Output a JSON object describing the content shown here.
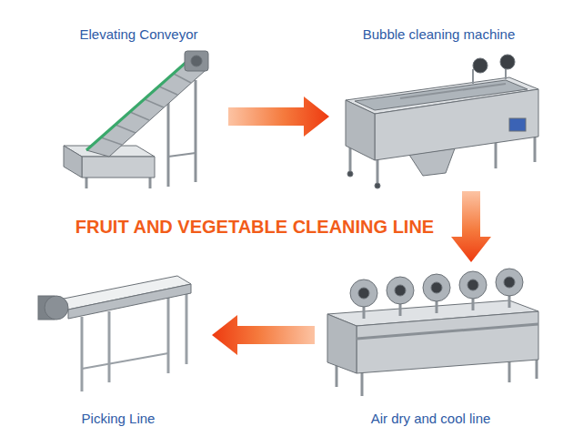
{
  "diagram": {
    "title": "FRUIT AND VEGETABLE CLEANING LINE",
    "nodes": [
      {
        "text": [
          "Elevating Conveyor"
        ]
      },
      {
        "text": [
          "Bubble cleaning machine"
        ]
      },
      {
        "text": [
          "Air dry and cool line"
        ]
      },
      {
        "text": [
          "Picking Line"
        ]
      }
    ],
    "edges": [
      {
        "from": 0,
        "to": 1,
        "arrow": "to"
      },
      {
        "from": 1,
        "to": 2,
        "arrow": "to"
      },
      {
        "from": 2,
        "to": 3,
        "arrow": "to"
      }
    ]
  }
}
